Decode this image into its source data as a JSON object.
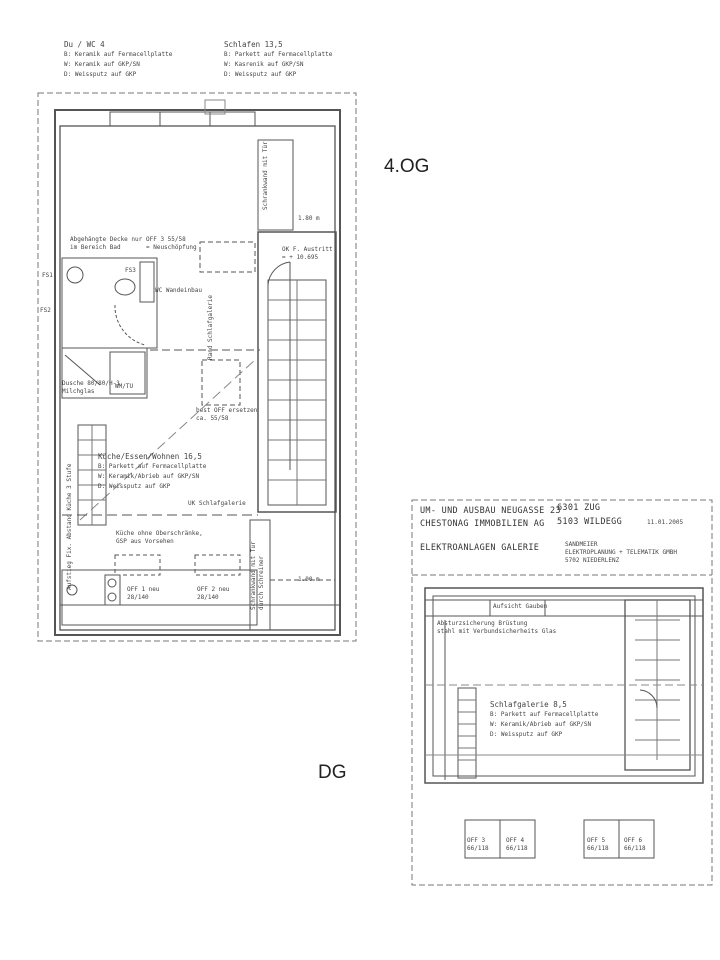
{
  "floors": {
    "upper": {
      "label": "4.OG",
      "legend_bath": {
        "title": "Du / WC 4",
        "lines": [
          "B: Keramik auf Fermacellplatte",
          "W: Keramik auf GKP/SN",
          "D: Weissputz auf GKP"
        ]
      },
      "legend_bedroom": {
        "title": "Schlafen 13,5",
        "lines": [
          "B: Parkett auf Fermacellplatte",
          "W: Kasrenik auf GKP/SN",
          "D: Weissputz auf GKP"
        ]
      },
      "legend_living": {
        "title": "Küche/Essen/Wohnen 16,5",
        "lines": [
          "B: Parkett auf Fermacellplatte",
          "W: Keramik/Abrieb auf GKP/SN",
          "D: Weissputz auf GKP"
        ]
      },
      "annotations": {
        "ceiling_note": [
          "Abgehängte Decke nur",
          "im Bereich Bad"
        ],
        "off3": [
          "OFF 3  55/58",
          "= Neuschöpfung"
        ],
        "og_level": [
          "OK F. Austritt",
          "= + 10.695"
        ],
        "fs3": "FS3",
        "wc": "WC Wandeinbau",
        "gallery_vertical": "Rand Schlafgalerie",
        "shower": [
          "Dusche 80/80/H-3",
          "Milchglas"
        ],
        "wm": "WM/TU",
        "off_note": [
          "best OFF ersetzen",
          "ca. 55/58"
        ],
        "gallery": "UK Schlafgalerie",
        "stair_note": "Aufstieg Fix. Abstand Küche 3 Stufe",
        "kitchen_note": [
          "Küche ohne Oberschränke,",
          "GSP aus Vorsehen"
        ],
        "off1": [
          "OFF 1 neu",
          "28/140"
        ],
        "off2": [
          "OFF 2 neu",
          "28/140"
        ],
        "wall_note": [
          "Schrankwand mit Tür",
          "durch Schreiner"
        ],
        "height_top": "1.80 m",
        "height_bottom": "1.00 m",
        "closet_note": "Schrankwand mit Tür",
        "fs1": "FS1",
        "fs2": "FS2"
      }
    },
    "attic": {
      "label": "DG",
      "legend_gallery": {
        "title": "Schlafgalerie 8,5",
        "lines": [
          "B: Parkett auf Fermacellplatte",
          "W: Keramik/Abrieb auf GKP/SN",
          "D: Weissputz auf GKP"
        ]
      },
      "annotations": {
        "dormer": "Aufsicht Gauben",
        "railing_note": [
          "Absturzsicherung Brüstung",
          "stahl mit Verbundsicherheits Glas"
        ],
        "off3": [
          "OFF 3",
          "66/118"
        ],
        "off4": [
          "OFF 4",
          "66/118"
        ],
        "off5": [
          "OFF 5",
          "66/118"
        ],
        "off6": [
          "OFF 6",
          "66/118"
        ]
      }
    }
  },
  "title_block": {
    "project": "UM- UND AUSBAU NEUGASSE 23",
    "city1": "6301 ZUG",
    "owner": "CHESTONAG IMMOBILIEN AG",
    "city2": "5103 WILDEGG",
    "date": "11.01.2005",
    "drawing": "ELEKTROANLAGEN GALERIE",
    "firm": [
      "SANDMEIER",
      "ELEKTROPLANUNG + TELEMATIK GMBH",
      "5702 NIEDERLENZ"
    ]
  }
}
